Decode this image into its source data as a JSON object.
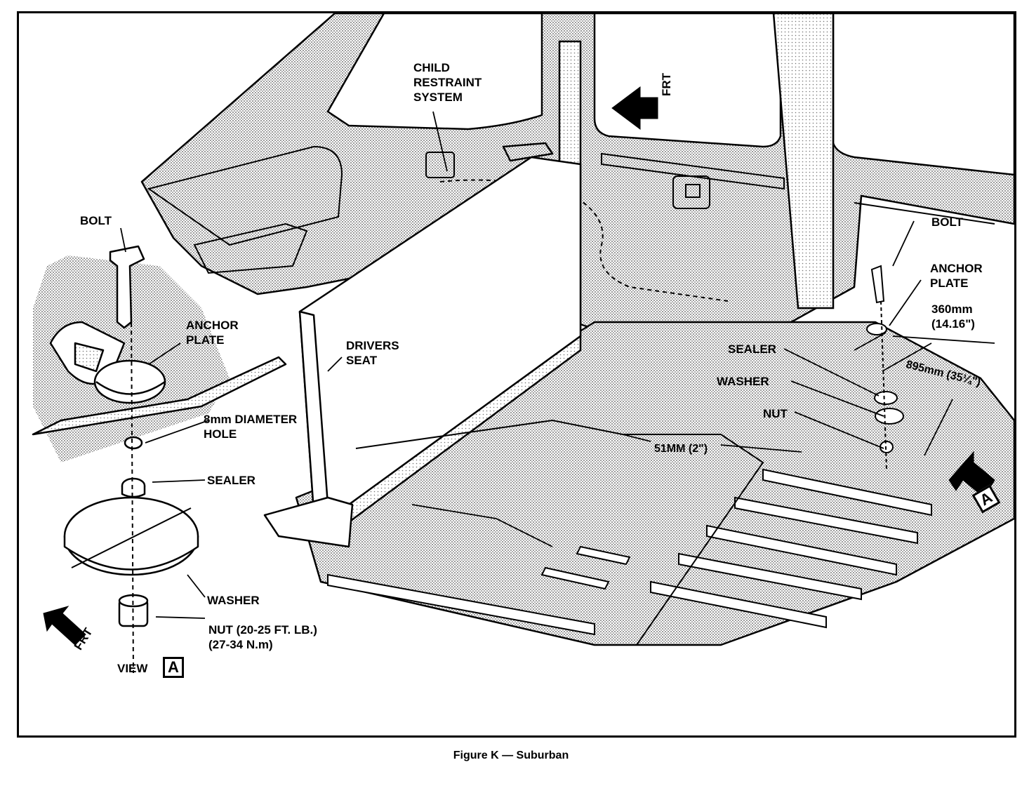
{
  "figure": {
    "caption": "Figure K — Suburban"
  },
  "labels": {
    "child_restraint": "CHILD\nRESTRAINT\nSYSTEM",
    "drivers_seat": "DRIVERS\nSEAT",
    "frt_top": "FRT",
    "frt_bottom": "FRT",
    "view_a_text": "VIEW",
    "view_letter": "A",
    "main_arrow_letter": "A"
  },
  "detail_view": {
    "bolt": "BOLT",
    "anchor_plate": "ANCHOR\nPLATE",
    "hole": "8mm DIAMETER\nHOLE",
    "sealer": "SEALER",
    "washer": "WASHER",
    "nut": "NUT (20-25 FT. LB.)\n(27-34 N.m)"
  },
  "main_view": {
    "bolt": "BOLT",
    "anchor_plate": "ANCHOR\nPLATE",
    "dim_360": "360mm\n(14.16\")",
    "sealer": "SEALER",
    "washer": "WASHER",
    "nut": "NUT",
    "dim_895": "895mm (35¼\")",
    "dim_51": "51MM (2\")"
  }
}
